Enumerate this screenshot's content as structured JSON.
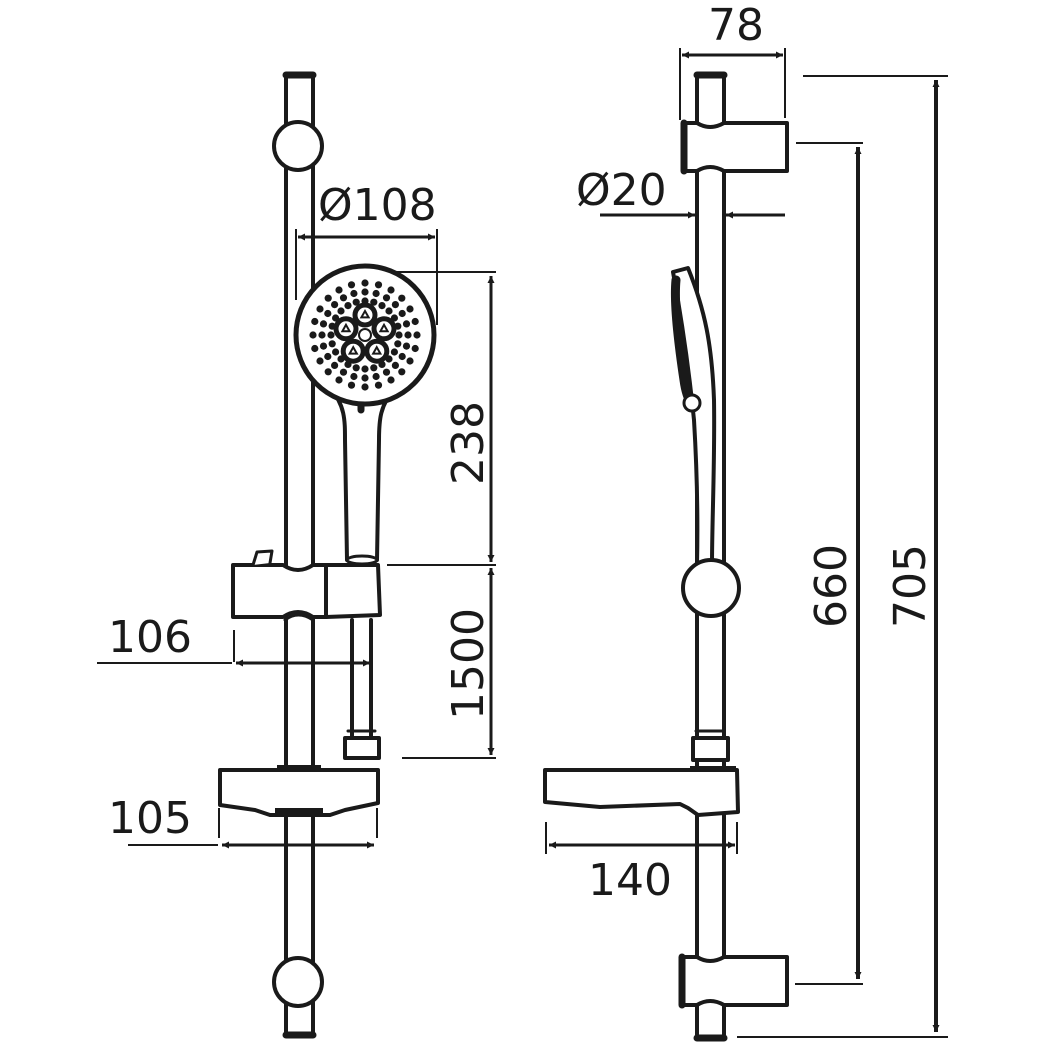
{
  "diagram": {
    "title": "Shower rail set technical drawing",
    "colors": {
      "line": "#1a1a1a",
      "background": "#ffffff"
    },
    "front_view": {
      "dimensions": {
        "head_diameter": "Ø108",
        "hand_shower_length": "238",
        "hose_length": "1500",
        "slider_width": "106",
        "soap_dish_width": "105"
      }
    },
    "side_view": {
      "dimensions": {
        "bracket_depth": "78",
        "rail_diameter": "Ø20",
        "bracket_spacing": "660",
        "total_height": "705",
        "soap_dish_depth": "140"
      }
    }
  }
}
